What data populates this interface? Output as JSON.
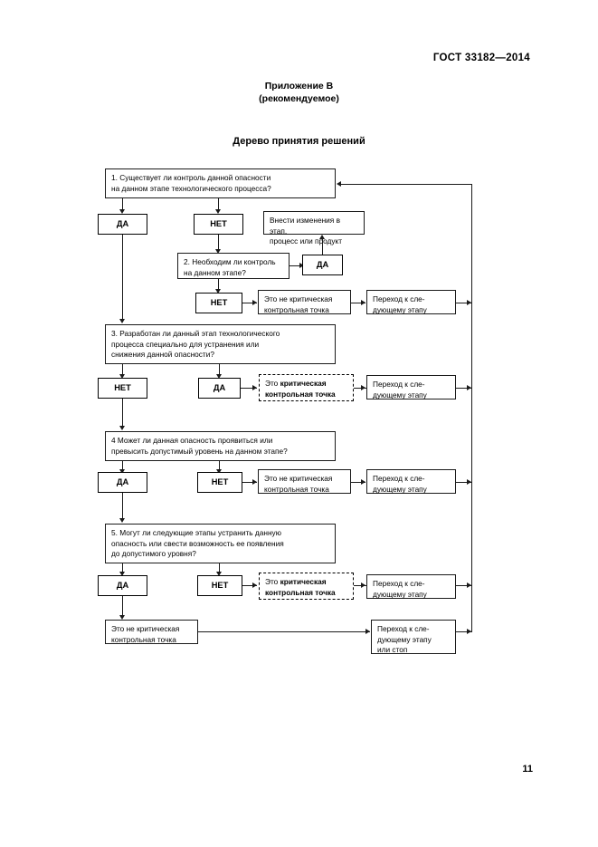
{
  "header": {
    "standard": "ГОСТ 33182—2014",
    "page_number": "11"
  },
  "appendix": {
    "line1": "Приложение В",
    "line2": "(рекомендуемое)"
  },
  "title": "Дерево принятия решений",
  "nodes": {
    "q1": "1. Существует ли контроль данной опасности\nна данном этапе технологического процесса?",
    "q1_yes": "ДА",
    "q1_no": "НЕТ",
    "modify": "Внести изменения в этап,\nпроцесс или продукт",
    "q2": "2. Необходим ли контроль\nна данном этапе?",
    "q2_yes": "ДА",
    "q2_no": "НЕТ",
    "not_ccp_2": "Это не критическая\nконтрольная точка",
    "next_step_2": "Переход к сле-\nдующему этапу",
    "q3": "3. Разработан ли данный этап технологического\nпроцесса специально для устранения или\nснижения данной опасности?",
    "q3_no": "НЕТ",
    "q3_yes": "ДА",
    "ccp_3_prefix": "Это ",
    "ccp_3_bold": "критическая\nконтрольная точка",
    "next_step_3": "Переход к сле-\nдующему этапу",
    "q4": "4  Может ли данная опасность проявиться или\nпревысить допустимый уровень на данном этапе?",
    "q4_yes": "ДА",
    "q4_no": "НЕТ",
    "not_ccp_4": "Это не критическая\nконтрольная точка",
    "next_step_4": "Переход к сле-\nдующему этапу",
    "q5": "5. Могут ли следующие этапы устранить данную\nопасность или свести возможность ее появления\nдо допустимого уровня?",
    "q5_yes": "ДА",
    "q5_no": "НЕТ",
    "ccp_5_prefix": "Это ",
    "ccp_5_bold": "критическая\nконтрольная точка",
    "next_step_5": "Переход к сле-\nдующему этапу",
    "not_ccp_final": "Это не критическая\nконтрольная точка",
    "next_step_final": "Переход к сле-\nдующему этапу\nили стоп"
  },
  "colors": {
    "line": "#1a1a1a",
    "background": "#ffffff"
  }
}
